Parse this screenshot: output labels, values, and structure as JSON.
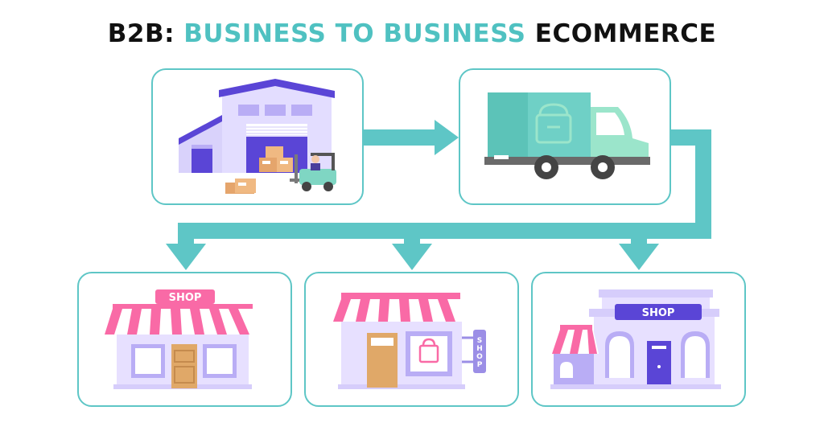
{
  "title": {
    "part1": "B2B: ",
    "part2": "BUSINESS TO BUSINESS",
    "part3": " ECOMMERCE"
  },
  "nodes": {
    "warehouse": {
      "icon": "warehouse-icon"
    },
    "truck": {
      "icon": "delivery-truck-icon"
    },
    "shop1": {
      "icon": "storefront-icon",
      "sign": "SHOP"
    },
    "shop2": {
      "icon": "storefront-icon",
      "sign": "SHOP"
    },
    "shop3": {
      "icon": "storefront-icon",
      "sign": "SHOP"
    }
  },
  "colors": {
    "teal": "#5ec6c6",
    "title_accent": "#4fc1c1",
    "pink": "#f96aa6",
    "purple": "#5a45d6",
    "lavender": "#e7e0ff"
  }
}
